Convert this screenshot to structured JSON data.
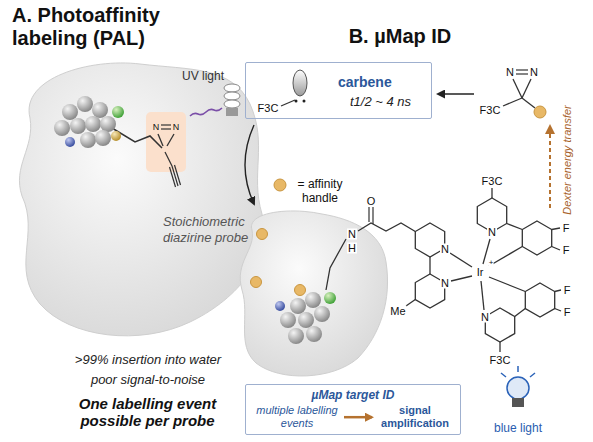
{
  "diagram": {
    "nodes": [
      {
        "text": [
          "carbene",
          "t1/2 ~ 4 ns"
        ]
      },
      {
        "text": [
          "µMap target ID"
        ]
      },
      {
        "text": [
          "multiple labelling events"
        ],
        "in": 1
      },
      {
        "text": [
          "signal amplification"
        ],
        "in": 1
      }
    ],
    "edges": [
      {
        "from": 2,
        "to": 3,
        "arrow": "to"
      }
    ],
    "labels": [
      "A. Photoaffinity labeling (PAL)",
      "UV light",
      "N",
      "N",
      "Stoichiometric diazirine probe",
      ">99% insertion into water",
      "poor signal-to-noise",
      "One labelling event possible per probe",
      "B. µMap ID",
      "F3C",
      "N",
      "N",
      "F3C",
      "Dexter energy transfer",
      "= affinity handle",
      "O",
      "N",
      "H",
      "N",
      "N",
      "Me",
      "N",
      "N",
      "Ir",
      "+",
      "F3C",
      "F3C",
      "F",
      "F",
      "F",
      "F",
      "blue light"
    ]
  }
}
